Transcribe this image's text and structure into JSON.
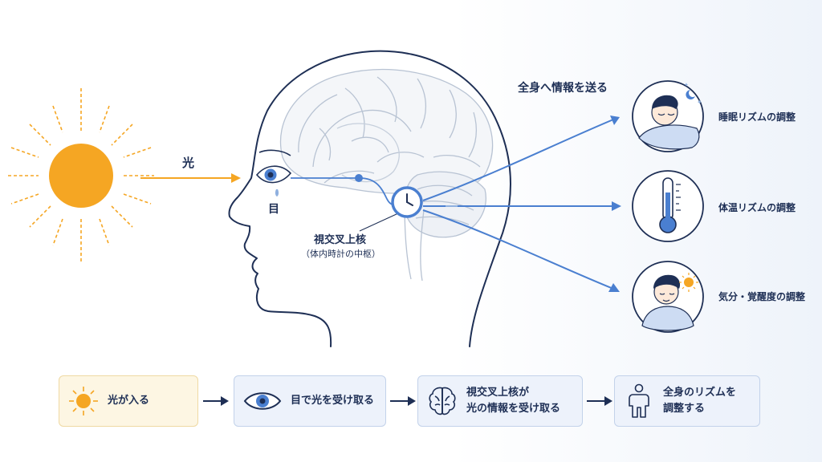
{
  "labels": {
    "light": "光",
    "eye": "目",
    "scn_title": "視交叉上核",
    "scn_sub": "（体内時計の中枢）",
    "broadcast": "全身へ情報を送る"
  },
  "effects": [
    {
      "label": "睡眠リズムの調整",
      "icon": "sleeping-person-icon"
    },
    {
      "label": "体温リズムの調整",
      "icon": "thermometer-icon"
    },
    {
      "label": "気分・覚醒度の調整",
      "icon": "awake-person-icon"
    }
  ],
  "flow": [
    {
      "line1": "光が入る",
      "line2": "",
      "icon": "sun-icon"
    },
    {
      "line1": "目で光を受け取る",
      "line2": "",
      "icon": "eye-icon"
    },
    {
      "line1": "視交叉上核が",
      "line2": "光の情報を受け取る",
      "icon": "brain-icon"
    },
    {
      "line1": "全身のリズムを",
      "line2": "調整する",
      "icon": "person-icon"
    }
  ],
  "colors": {
    "sun": "#f5a623",
    "navy": "#1e2f55",
    "blue": "#4a7fd0",
    "light_blue": "#edf2fb"
  }
}
